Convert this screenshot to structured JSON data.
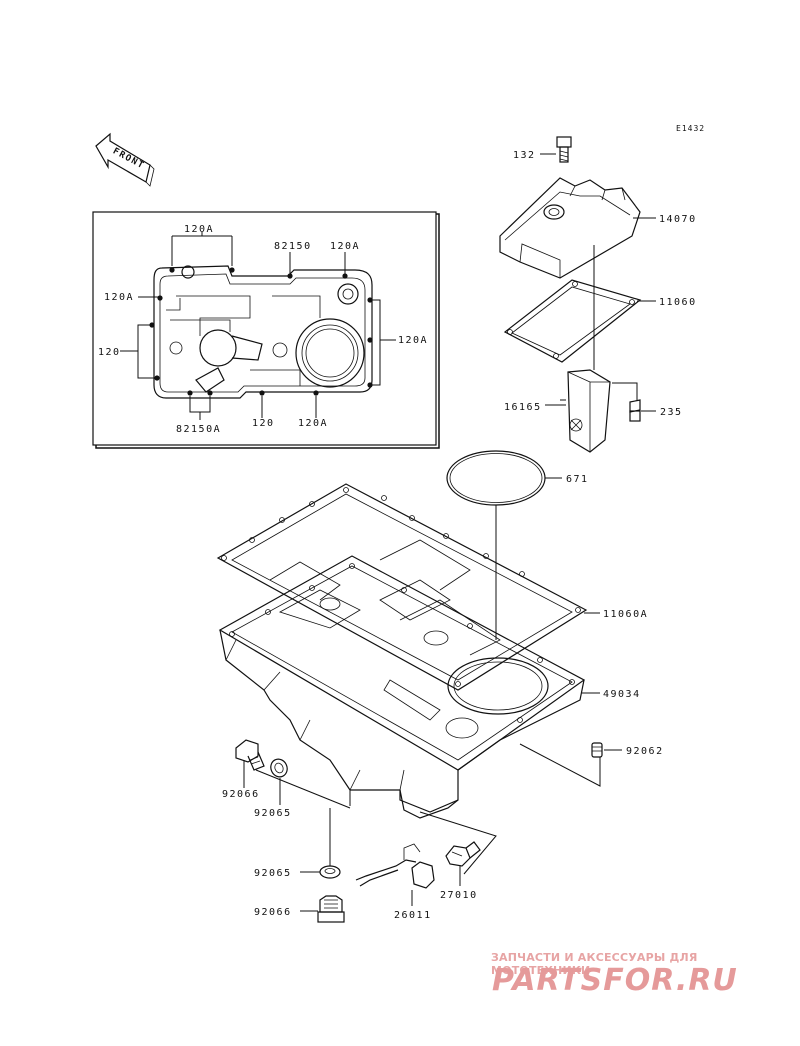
{
  "diagram_ref": "E1432",
  "front_label": "FRONT",
  "inset_labels": {
    "l120A_top": "120A",
    "l82150": "82150",
    "l120A_tr": "120A",
    "l120A_left": "120A",
    "l120": "120",
    "l120A_right": "120A",
    "l82150A": "82150A",
    "l120_bottom": "120",
    "l120A_bottom": "120A"
  },
  "part_labels": {
    "p132": "132",
    "p14070": "14070",
    "p11060": "11060",
    "p16165": "16165",
    "p235": "235",
    "p671": "671",
    "p11060A": "11060A",
    "p49034": "49034",
    "p92062": "92062",
    "p92066a": "92066",
    "p92065a": "92065",
    "p92065b": "92065",
    "p92066b": "92066",
    "p27010": "27010",
    "p26011": "26011"
  },
  "watermark": {
    "subtitle": "ЗАПЧАСТИ И АКСЕССУАРЫ ДЛЯ МОТОТЕХНИКИ",
    "logo": "PARTSFOR.RU"
  }
}
